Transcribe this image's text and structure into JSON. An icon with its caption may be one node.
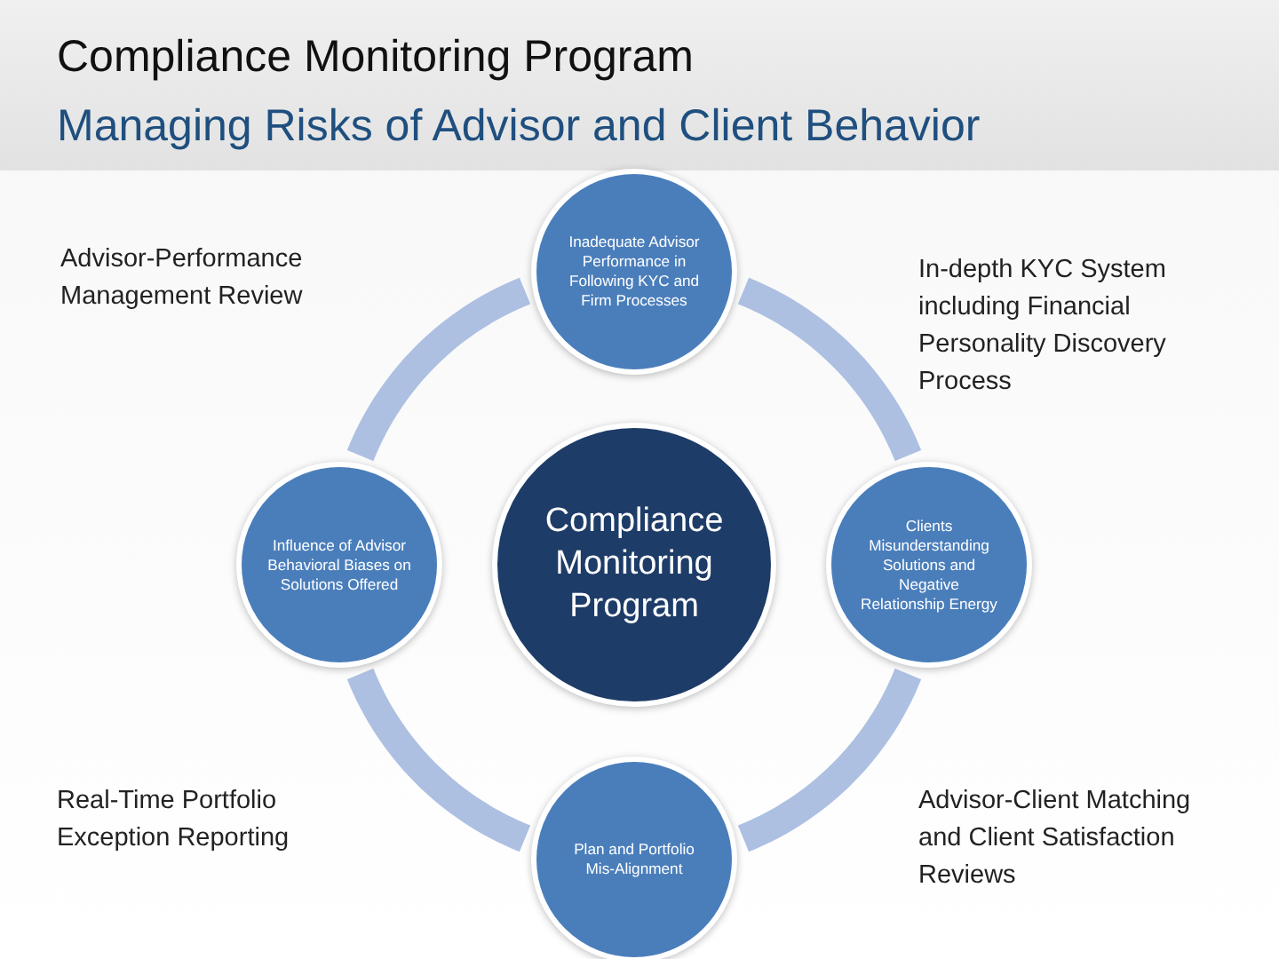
{
  "diagram": {
    "title": "Compliance Monitoring Program",
    "nodes": [
      {
        "text": [
          "Inadequate Advisor Performance in Following KYC and Firm Processes"
        ]
      },
      {
        "text": [
          "Influence of Advisor Behavioral Biases on Solutions Offered"
        ]
      },
      {
        "text": [
          "Compliance Monitoring Program"
        ]
      },
      {
        "text": [
          "Clients Misunderstanding Solutions and Negative Relationship Energy"
        ]
      },
      {
        "text": [
          "Plan and Portfolio Mis-Alignment"
        ]
      }
    ],
    "edges": [
      {
        "from": 0,
        "to": 3,
        "arrow": "none"
      },
      {
        "from": 3,
        "to": 4,
        "arrow": "none"
      },
      {
        "from": 4,
        "to": 1,
        "arrow": "none"
      },
      {
        "from": 1,
        "to": 0,
        "arrow": "none"
      }
    ],
    "labels": [
      "Managing Risks of Advisor and Client Behavior",
      "Advisor-Performance Management Review",
      "In-depth KYC System including Financial Personality Discovery Process",
      "Real-Time Portfolio Exception Reporting",
      "Advisor-Client Matching and Client Satisfaction Reviews"
    ]
  }
}
